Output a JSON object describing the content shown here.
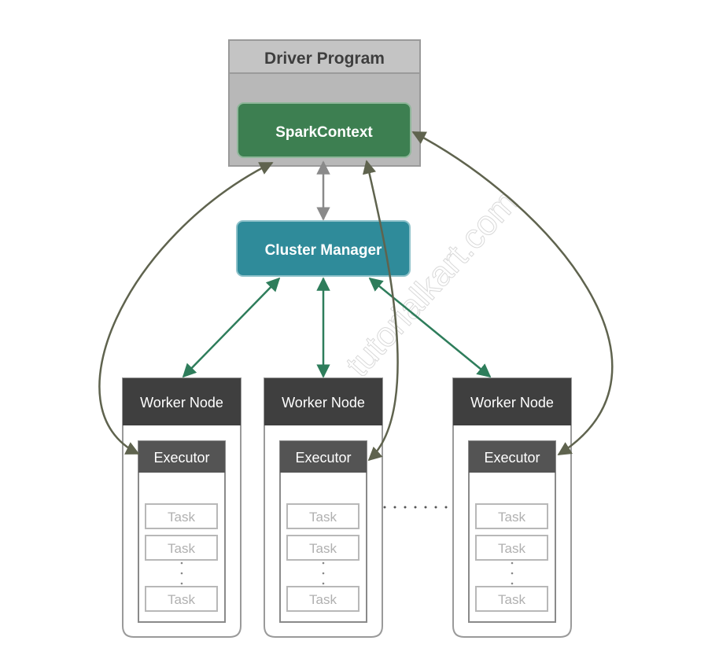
{
  "driver": {
    "title": "Driver Program",
    "spark_context": "SparkContext"
  },
  "cluster_manager": "Cluster Manager",
  "workers": [
    {
      "title": "Worker Node",
      "executor": "Executor",
      "tasks": [
        "Task",
        "Task",
        "Task"
      ]
    },
    {
      "title": "Worker Node",
      "executor": "Executor",
      "tasks": [
        "Task",
        "Task",
        "Task"
      ]
    },
    {
      "title": "Worker Node",
      "executor": "Executor",
      "tasks": [
        "Task",
        "Task",
        "Task"
      ]
    }
  ],
  "watermark": "tutorialkart.com",
  "colors": {
    "driver_fill": "#b8b8b8",
    "driver_header": "#c4c4c4",
    "spark_context_fill": "#3d7f51",
    "cluster_manager_fill": "#2f8b9a",
    "worker_header": "#3f3f3f",
    "executor_header": "#545454",
    "green_arrow": "#2e7d5b",
    "olive_arrow": "#5f634e",
    "grey_arrow": "#8a8a8a",
    "task_border": "#b8b8b8",
    "task_text": "#b0b0b0"
  }
}
